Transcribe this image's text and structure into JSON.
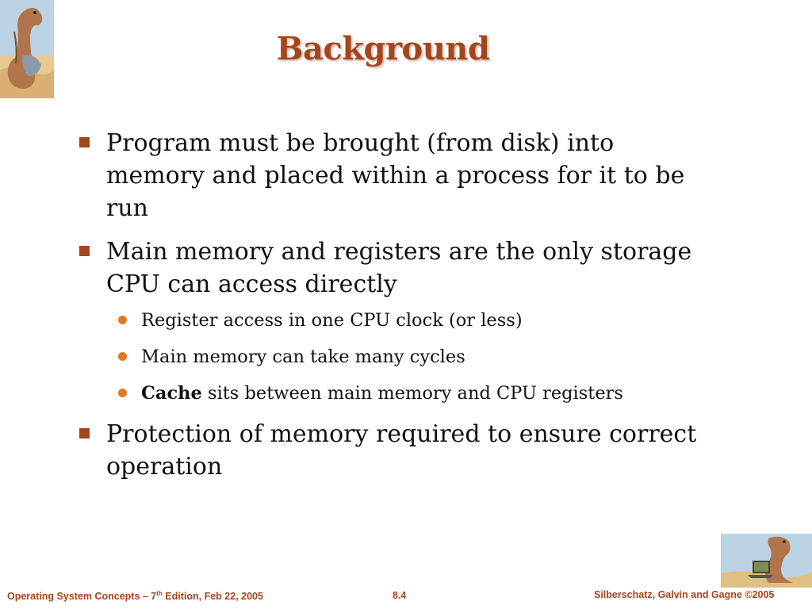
{
  "slide": {
    "title": "Background",
    "bullets": [
      {
        "text": "Program must be brought (from disk) into memory and placed within a process for it to be run"
      },
      {
        "text": "Main memory and registers are the only storage CPU can access directly",
        "sub": [
          {
            "text": "Register access in one CPU clock (or less)"
          },
          {
            "text": "Main memory can take many cycles"
          },
          {
            "bold": "Cache",
            "text": " sits between main memory and CPU registers"
          }
        ]
      },
      {
        "text": "Protection of memory required to ensure correct operation"
      }
    ]
  },
  "footer": {
    "left_prefix": "Operating System Concepts – 7",
    "left_sup": "th",
    "left_suffix": " Edition, Feb 22, 2005",
    "page": "8.4",
    "right": "Silberschatz, Galvin and Gagne ©2005"
  },
  "colors": {
    "accent": "#a5451b",
    "sub_bullet": "#e07a24"
  },
  "icons": [
    "dinosaur-logo-icon",
    "dinosaur-laptop-icon"
  ]
}
